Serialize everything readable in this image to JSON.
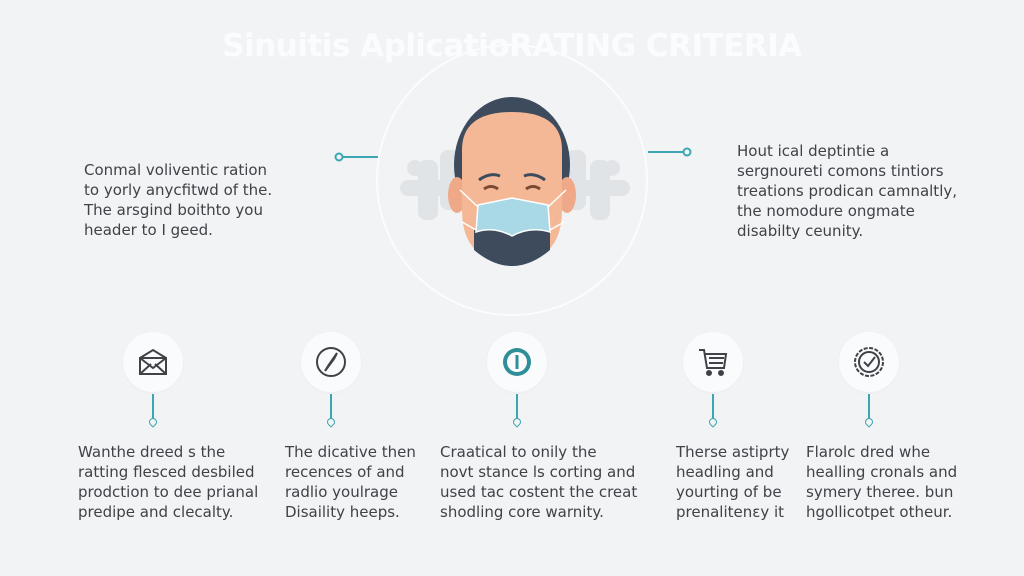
{
  "title": "Sinuitis AplicatioRATING CRITERIA",
  "colors": {
    "accent": "#3aa7b3",
    "background": "#f1f3f5",
    "hair": "#3d4b5c",
    "skin": "#f4b896",
    "mask": "#a9d8e6"
  },
  "center_illustration": {
    "icon": "masked-face-icon"
  },
  "left_text": "Conmal voliventic ration\nto yorly anycfitwd of the.\nThe arsgind boithto you\nheader to I geed.",
  "right_text": "Hout ical deptintie a\nsergnoureti comons tintiors\ntreations prodican camnaltly,\nthe nomodure ongmate\ndisabilty ceunity.",
  "steps": [
    {
      "icon": "envelope-icon",
      "text": "Wanthe dreed s the\nratting flesced desbiled\nprodction to dee prianal\npredipe and clecalty."
    },
    {
      "icon": "compass-icon",
      "text": "The dicative then\nrecences of and\nradlio youlrage\nDisaility heeps."
    },
    {
      "icon": "alert-badge-icon",
      "text": "Craatical to onily the\nnovt stance ls corting and\nused tac costent the creat\nshodling core warnity."
    },
    {
      "icon": "shopping-cart-icon",
      "text": "Therse astiprty\nheadling and\nyourting of be\nprenalitenɛy it"
    },
    {
      "icon": "check-badge-icon",
      "text": "Flarolc dred whe\nhealling cronals and\nsymery theree. bun\nhgollicotpet otheur."
    }
  ]
}
